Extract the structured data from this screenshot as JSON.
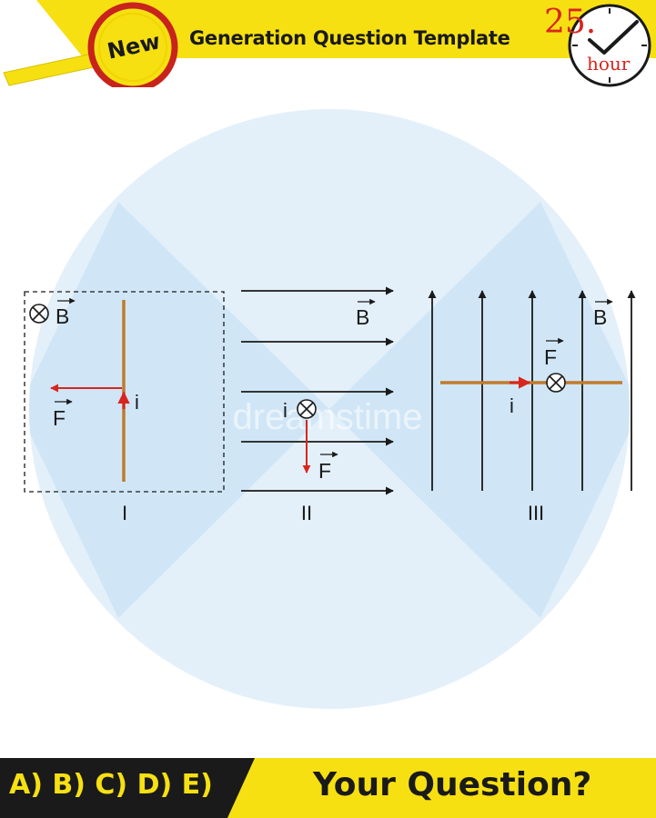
{
  "header": {
    "badge": "New",
    "title": "Generation Question Template",
    "clock_number": "25.",
    "clock_unit": "hour"
  },
  "diagram": {
    "panels": [
      {
        "roman": "I",
        "field_label": "B",
        "current_label": "i",
        "force_label": "F"
      },
      {
        "roman": "II",
        "field_label": "B",
        "current_label": "i",
        "force_label": "F"
      },
      {
        "roman": "III",
        "field_label": "B",
        "current_label": "i",
        "force_label": "F"
      }
    ],
    "watermark": "dreamstime"
  },
  "footer": {
    "options": "A) B) C) D) E)",
    "question": "Your Question?"
  },
  "colors": {
    "yellow": "#f6e012",
    "dark": "#1a1a1a",
    "wire": "#c07a2c",
    "arrow_red": "#d7261e",
    "bg_light": "#e3f0fa",
    "bg_mid": "#d0e6f6"
  }
}
